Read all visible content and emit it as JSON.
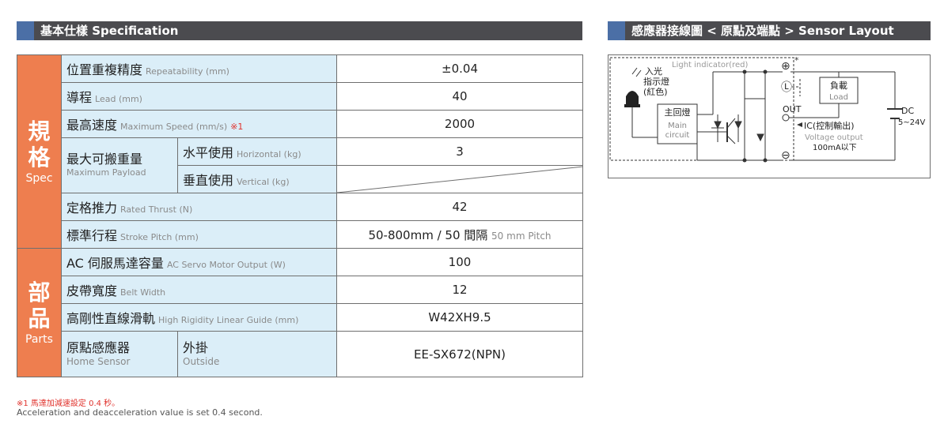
{
  "left_header": {
    "zh": "基本仕樣",
    "en": "Specification"
  },
  "right_header": {
    "zh": "感應器接線圖 < 原點及端點 >",
    "en": "Sensor Layout"
  },
  "sections": {
    "spec": {
      "big": "規格",
      "en": "Spec"
    },
    "parts": {
      "big": "部品",
      "en": "Parts"
    }
  },
  "rows": {
    "repeatability": {
      "zh": "位置重複精度",
      "en": "Repeatability (mm)",
      "value": "±0.04"
    },
    "lead": {
      "zh": "導程",
      "en": "Lead (mm)",
      "value": "40"
    },
    "max_speed": {
      "zh": "最高速度",
      "en": "Maximum Speed (mm/s)",
      "note": "※1",
      "value": "2000"
    },
    "payload": {
      "zh": "最大可搬重量",
      "en": "Maximum Payload",
      "horizontal": {
        "zh": "水平使用",
        "en": "Horizontal (kg)",
        "value": "3"
      },
      "vertical": {
        "zh": "垂直使用",
        "en": "Vertical (kg)"
      }
    },
    "rated_thrust": {
      "zh": "定格推力",
      "en": "Rated Thrust (N)",
      "value": "42"
    },
    "stroke": {
      "zh": "標準行程",
      "en": "Stroke Pitch (mm)",
      "value_main": "50-800mm / 50 間隔",
      "value_sub": "50 mm Pitch"
    },
    "motor": {
      "zh": "AC 伺服馬達容量",
      "en": "AC Servo Motor Output (W)",
      "value": "100"
    },
    "belt": {
      "zh": "皮帶寬度",
      "en": "Belt Width",
      "value": "12"
    },
    "guide": {
      "zh": "高剛性直線滑軌",
      "en": "High Rigidity Linear Guide (mm)",
      "value": "W42XH9.5"
    },
    "home_sensor": {
      "zh": "原點感應器",
      "en": "Home Sensor",
      "sub_zh": "外掛",
      "sub_en": "Outside",
      "value": "EE-SX672(NPN)"
    }
  },
  "footnote": {
    "zh": "※1 馬達加減速設定 0.4 秒。",
    "en": "Acceleration and deacceleration value is set 0.4 second."
  },
  "diagram": {
    "light_indicator": "Light indicator(red)",
    "incident_zh": "入光",
    "indicator_zh": "指示燈",
    "red_zh": "(紅色)",
    "main_zh": "主回燈",
    "main_en1": "Main",
    "main_en2": "circuit",
    "load_zh": "負載",
    "load_en": "Load",
    "out": "OUT",
    "ic": "IC(控制輸出)",
    "voltage_output": "Voltage output",
    "current": "100mA以下",
    "dc": "DC",
    "dc_range": "5~24V",
    "plus": "⊕",
    "star": "*",
    "l_mark": "Ⓛ",
    "minus": "⊖"
  },
  "colors": {
    "header_bg": "#4b4b4f",
    "header_accent": "#4b6fa6",
    "section_bg": "#ee7e4f",
    "label_bg": "#dbeef8",
    "note": "#e0322c"
  }
}
